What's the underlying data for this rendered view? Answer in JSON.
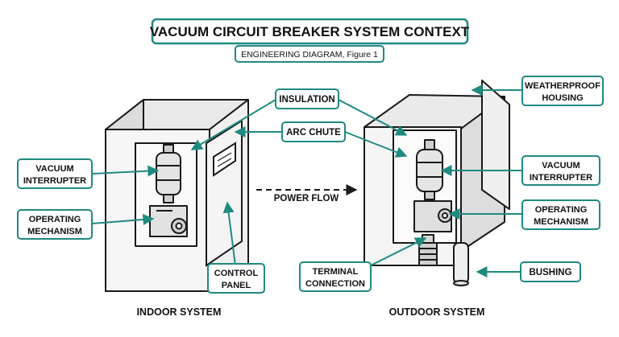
{
  "title": "VACUUM CIRCUIT BREAKER SYSTEM CONTEXT",
  "subtitle": "ENGINEERING DIAGRAM, Figure 1",
  "power_flow": "POWER FLOW",
  "indoor": {
    "caption": "INDOOR SYSTEM",
    "vacuum_interrupter": [
      "VACUUM",
      "INTERRUPTER"
    ],
    "operating_mechanism": [
      "OPERATING",
      "MECHANISM"
    ],
    "control_panel": [
      "CONTROL",
      "PANEL"
    ]
  },
  "shared": {
    "insulation": "INSULATION",
    "arc_chute": "ARC CHUTE"
  },
  "outdoor": {
    "caption": "OUTDOOR SYSTEM",
    "weatherproof_housing": [
      "WEATHERPROOF",
      "HOUSING"
    ],
    "vacuum_interrupter": [
      "VACUUM",
      "INTERRUPTER"
    ],
    "operating_mechanism": [
      "OPERATING",
      "MECHANISM"
    ],
    "terminal_connection": [
      "TERMINAL",
      "CONNECTION"
    ],
    "bushing": "BUSHING"
  },
  "colors": {
    "accent": "#1f8a80",
    "ink": "#1a1a1a",
    "panel": "#f2f2f2",
    "box_fill": "#ffffff"
  }
}
